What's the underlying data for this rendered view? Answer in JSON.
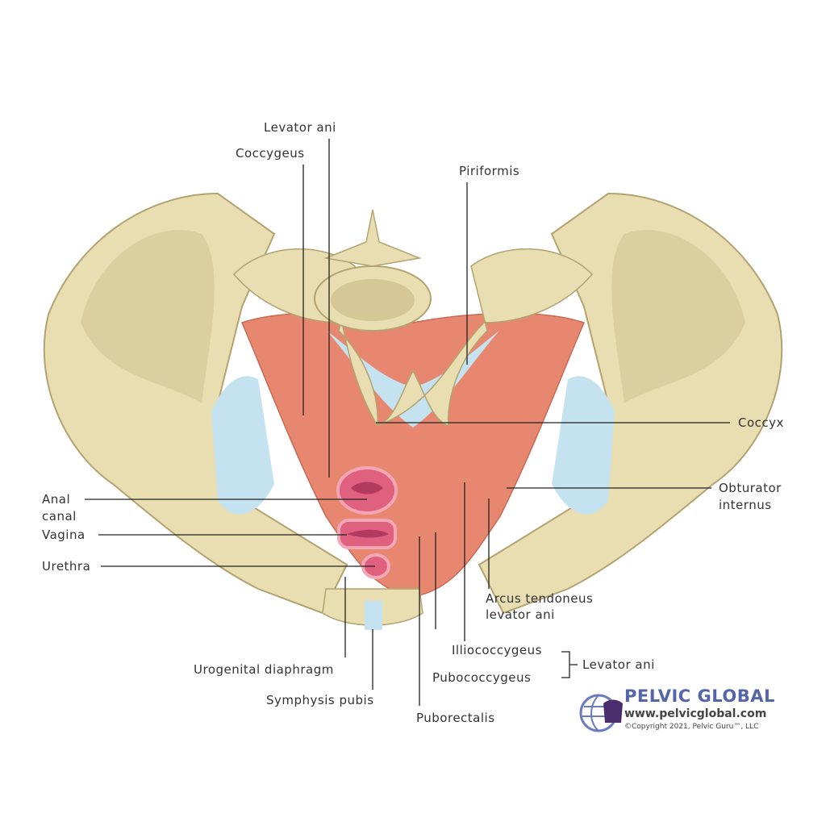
{
  "labels": {
    "levator_ani_top": "Levator ani",
    "coccygeus": "Coccygeus",
    "piriformis": "Piriformis",
    "coccyx": "Coccyx",
    "obturator_internus_1": "Obturator",
    "obturator_internus_2": "internus",
    "anal_canal_1": "Anal",
    "anal_canal_2": "canal",
    "vagina": "Vagina",
    "urethra": "Urethra",
    "arcus_1": "Arcus tendoneus",
    "arcus_2": "levator ani",
    "illiococcygeus": "Illiococcygeus",
    "pubococcygeus": "Pubococcygeus",
    "levator_ani_group": "Levator ani",
    "urogenital_diaphragm": "Urogenital diaphragm",
    "symphysis_pubis": "Symphysis pubis",
    "puborectalis": "Puborectalis"
  },
  "logo": {
    "title": "PELVIC GLOBAL",
    "url": "www.pelvicglobal.com",
    "copyright": "©Copyright 2021, Pelvic Guru™, LLC"
  },
  "colors": {
    "bone": "#e9ddb2",
    "bone_outline": "#b3a370",
    "muscle": "#e88770",
    "ligament": "#c4e2ef",
    "organ": "#e0607f",
    "brand": "#5566a8"
  }
}
